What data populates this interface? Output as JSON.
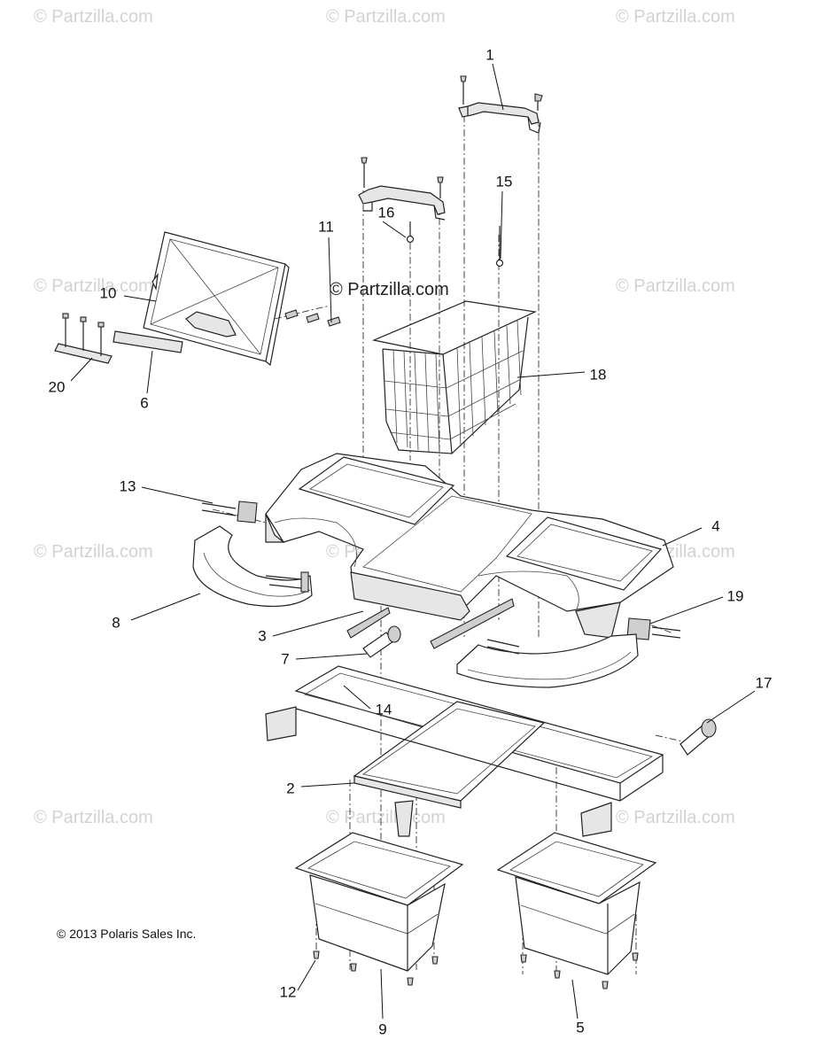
{
  "watermarks": {
    "text": "© Partzilla.com",
    "center_text": "© Partzilla.com"
  },
  "copyright": "© 2013 Polaris Sales Inc.",
  "callouts": [
    "1",
    "2",
    "3",
    "4",
    "5",
    "6",
    "7",
    "8",
    "9",
    "10",
    "11",
    "12",
    "13",
    "14",
    "15",
    "16",
    "17",
    "18",
    "19",
    "20"
  ]
}
